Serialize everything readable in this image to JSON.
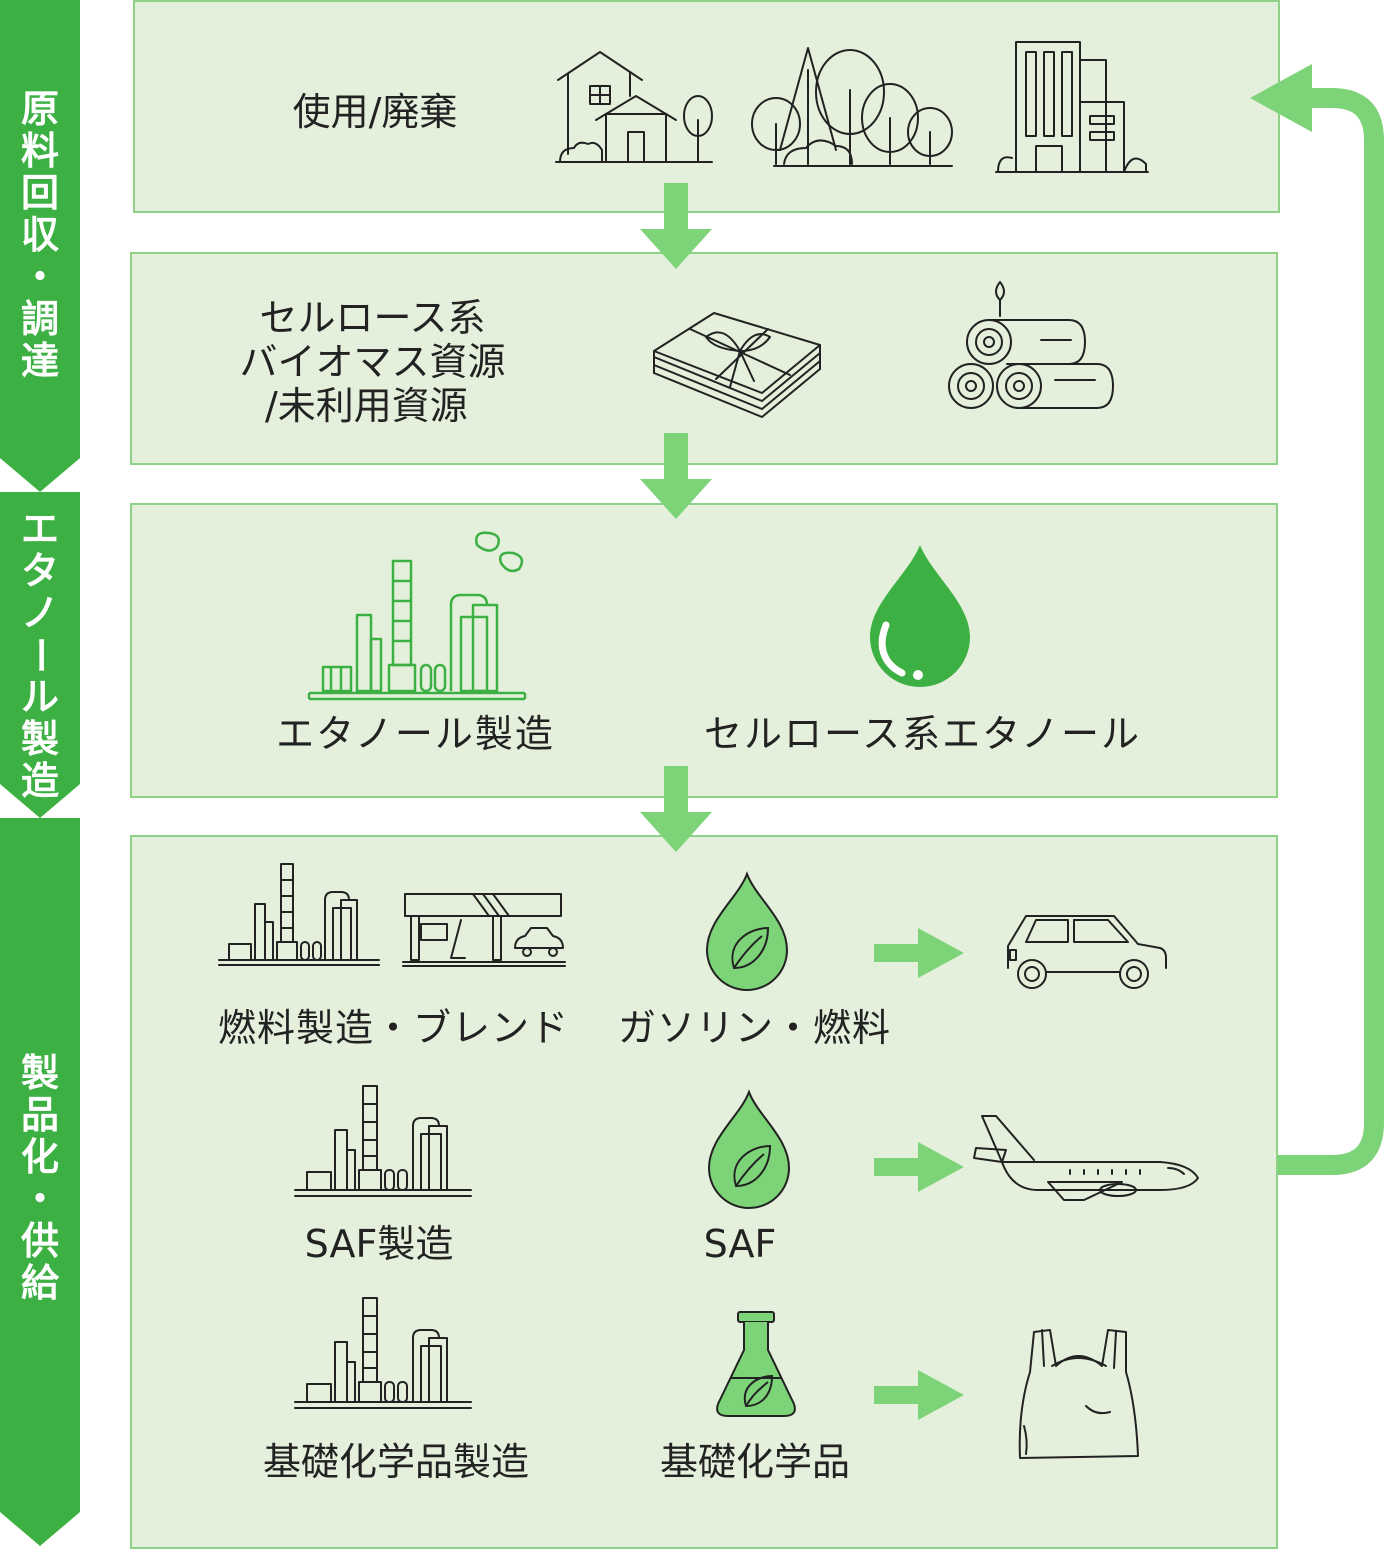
{
  "stages": [
    {
      "label": "原料回収・調達"
    },
    {
      "label": "エタノール製造"
    },
    {
      "label": "製品化・供給"
    }
  ],
  "panels": {
    "use": {
      "label": "使用/廃棄"
    },
    "biomass": {
      "line1": "セルロース系",
      "line2": "バイオマス資源",
      "line3": "/未利用資源"
    },
    "ethanol": {
      "plant_label": "エタノール製造",
      "product_label": "セルロース系エタノール"
    },
    "products": {
      "rows": [
        {
          "process": "燃料製造・ブレンド",
          "product": "ガソリン・燃料"
        },
        {
          "process": "SAF製造",
          "product": "SAF"
        },
        {
          "process": "基礎化学品製造",
          "product": "基礎化学品"
        }
      ]
    }
  },
  "colors": {
    "accent": "#3cb043",
    "arrow": "#7dd378",
    "panel": "#e4f0dc",
    "border": "#8fd187"
  },
  "icons": [
    "house-icon",
    "forest-icon",
    "building-icon",
    "paper-bundle-icon",
    "logs-icon",
    "factory-icon",
    "ethanol-drop-icon",
    "gas-station-icon",
    "leaf-drop-icon",
    "car-icon",
    "airplane-icon",
    "flask-icon",
    "plastic-bag-icon"
  ]
}
